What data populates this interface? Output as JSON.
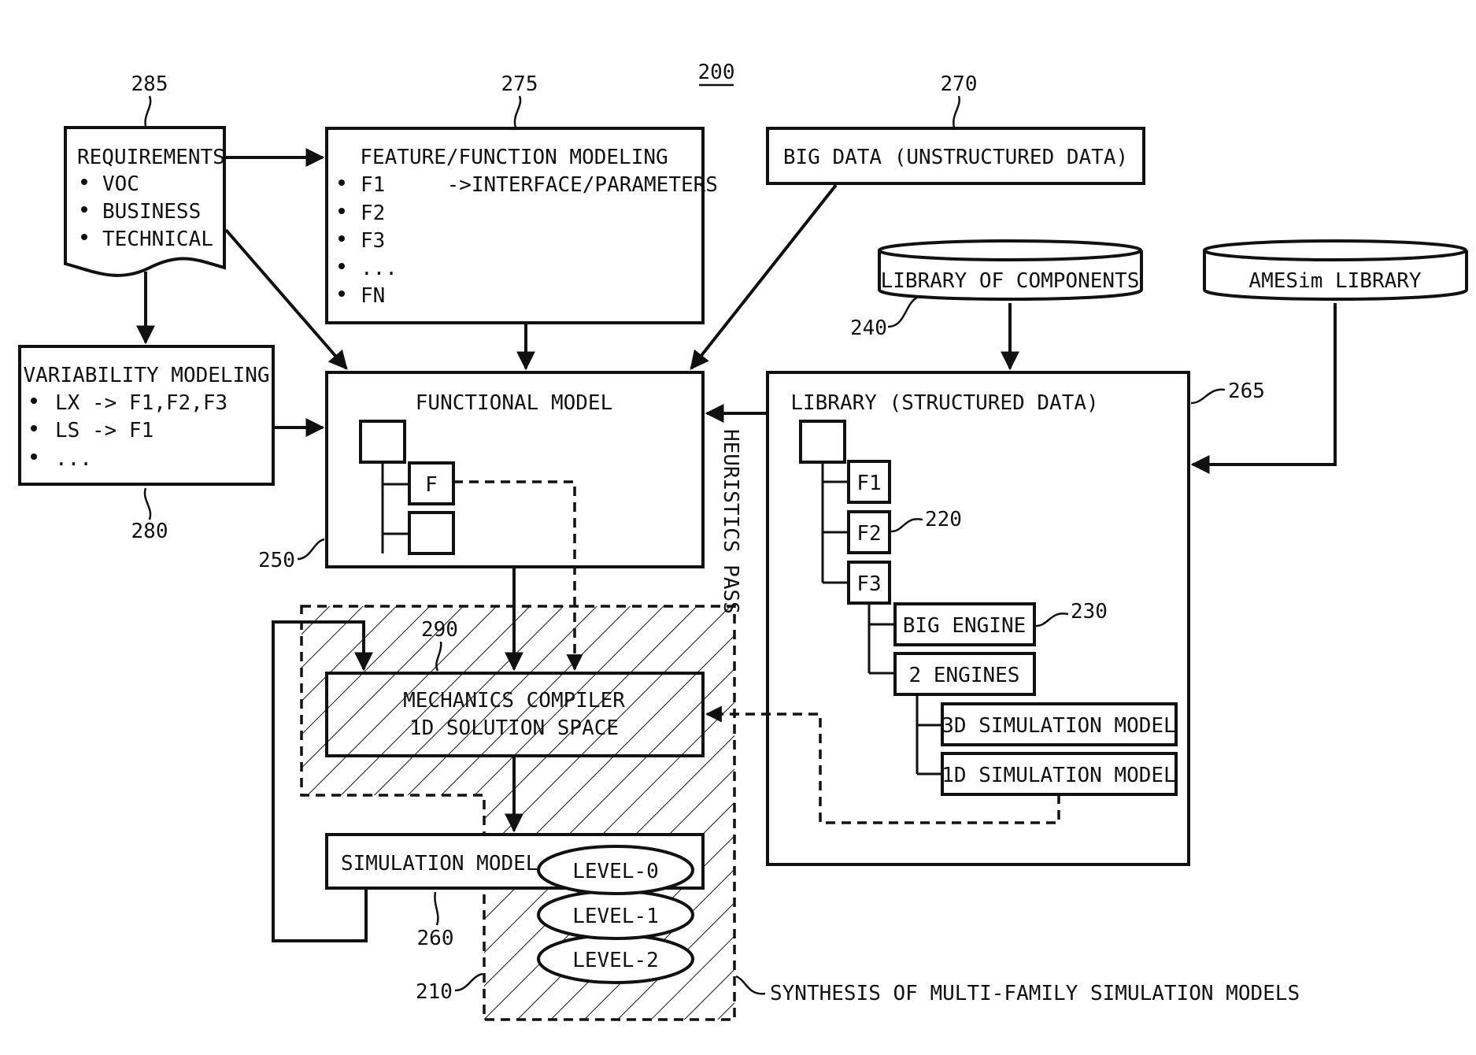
{
  "figure_number": "200",
  "requirements": {
    "ref": "285",
    "title": "REQUIREMENTS",
    "items": [
      "VOC",
      "BUSINESS",
      "TECHNICAL"
    ]
  },
  "feature_modeling": {
    "ref": "275",
    "title": "FEATURE/FUNCTION MODELING",
    "items": [
      "F1     ->INTERFACE/PARAMETERS",
      "F2",
      "F3",
      "...",
      "FN"
    ]
  },
  "big_data": {
    "ref": "270",
    "label": "BIG DATA (UNSTRUCTURED DATA)"
  },
  "library_components": {
    "ref": "240",
    "label": "LIBRARY OF COMPONENTS"
  },
  "amesim_library": {
    "label": "AMESim LIBRARY"
  },
  "variability_modeling": {
    "ref": "280",
    "title": "VARIABILITY MODELING",
    "items": [
      "LX -> F1,F2,F3",
      "LS -> F1",
      "..."
    ]
  },
  "functional_model": {
    "ref": "250",
    "title": "FUNCTIONAL MODEL",
    "node_label": "F"
  },
  "library_structured": {
    "ref": "265",
    "title": "LIBRARY (STRUCTURED DATA)",
    "nodes": [
      "F1",
      "F2",
      "F3"
    ],
    "node_ref": "220",
    "engines": [
      "BIG ENGINE",
      "2 ENGINES"
    ],
    "engine_ref": "230",
    "models": [
      "3D SIMULATION MODEL",
      "1D SIMULATION MODEL"
    ]
  },
  "heuristics_pass": "HEURISTICS PASS",
  "mechanics_compiler": {
    "ref": "290",
    "line1": "MECHANICS COMPILER",
    "line2": "1D SOLUTION SPACE"
  },
  "simulation_model": {
    "ref": "260",
    "label": "SIMULATION MODEL",
    "levels": [
      "LEVEL-0",
      "LEVEL-1",
      "LEVEL-2"
    ]
  },
  "synthesis": {
    "ref": "210",
    "label": "SYNTHESIS OF MULTI-FAMILY SIMULATION MODELS"
  }
}
